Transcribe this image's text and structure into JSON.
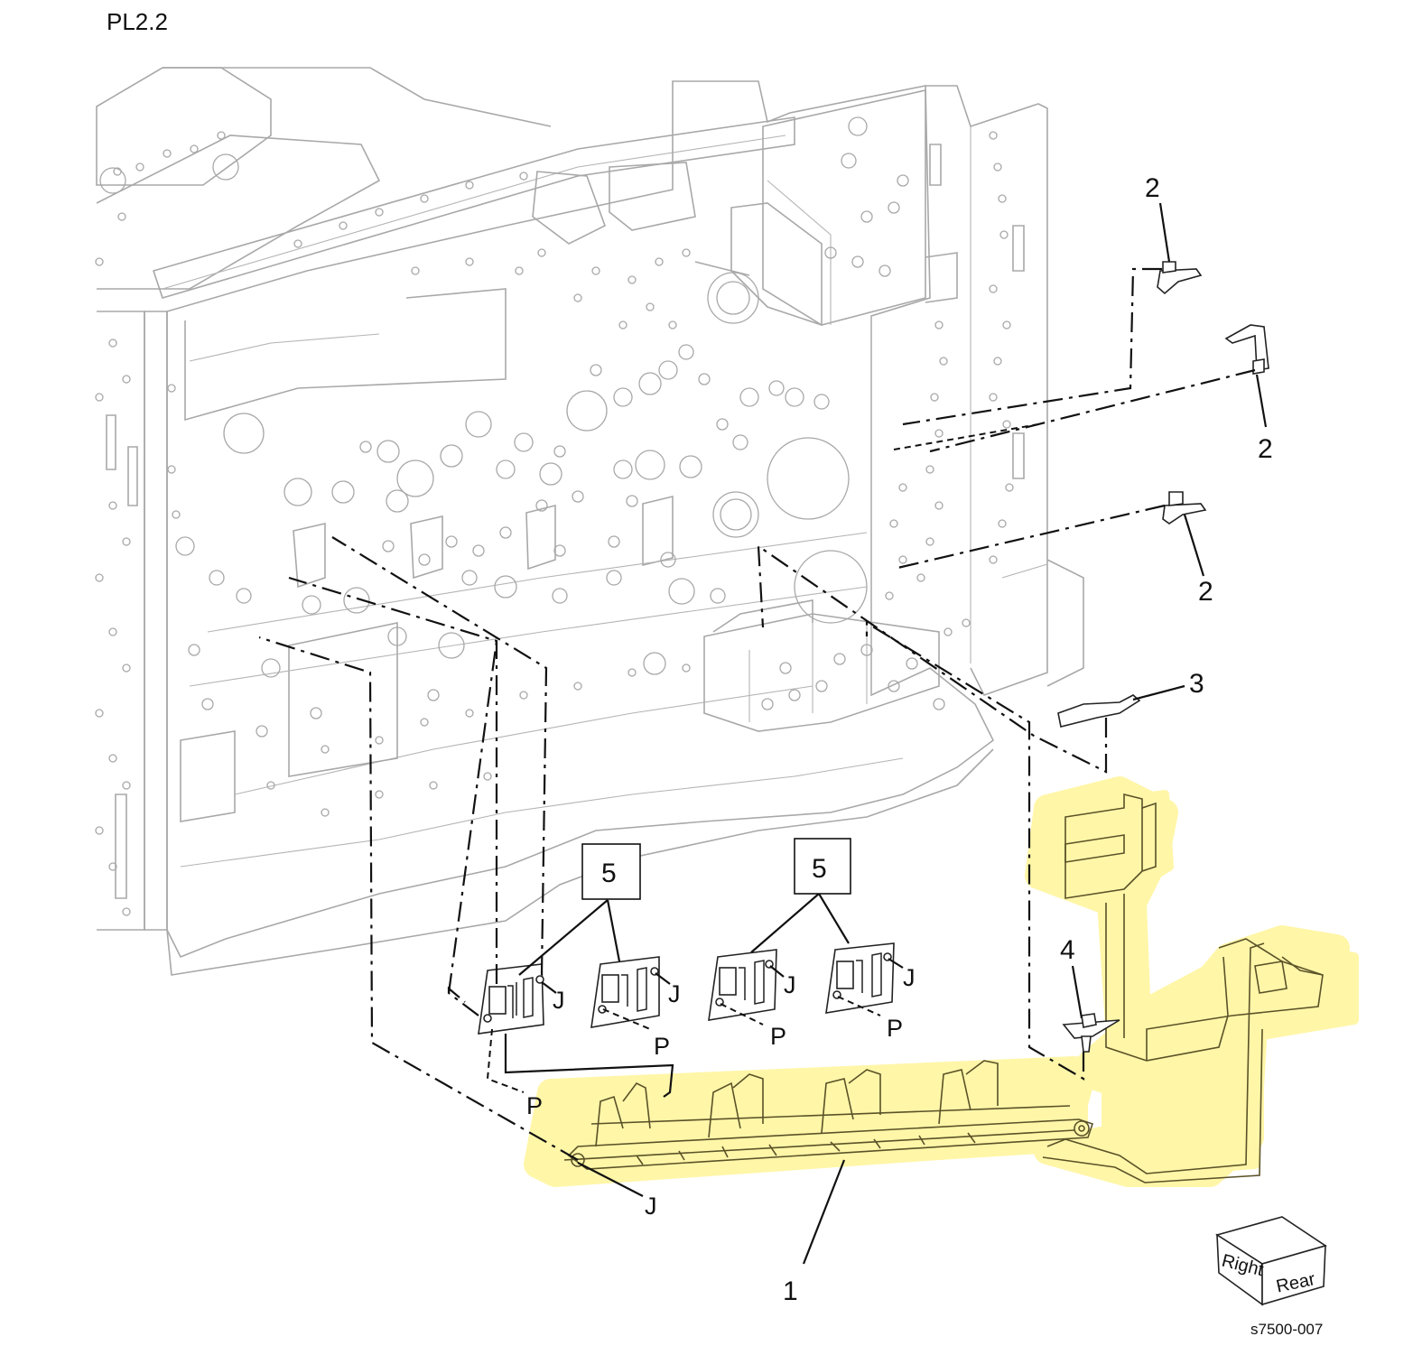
{
  "page_label": "PL2.2",
  "figure_id": "s7500-007",
  "orientation_cube": {
    "face_right": "Right",
    "face_rear": "Rear"
  },
  "callouts": {
    "item_1": "1",
    "item_2a": "2",
    "item_2b": "2",
    "item_2c": "2",
    "item_3": "3",
    "item_4": "4",
    "item_5a": "5",
    "item_5b": "5"
  },
  "connector_letters": {
    "j1": "J",
    "j2": "J",
    "j3": "J",
    "j4": "J",
    "j5": "J",
    "p1": "P",
    "p2": "P",
    "p3": "P",
    "p4": "P"
  },
  "highlight_color": "#fff6a8"
}
